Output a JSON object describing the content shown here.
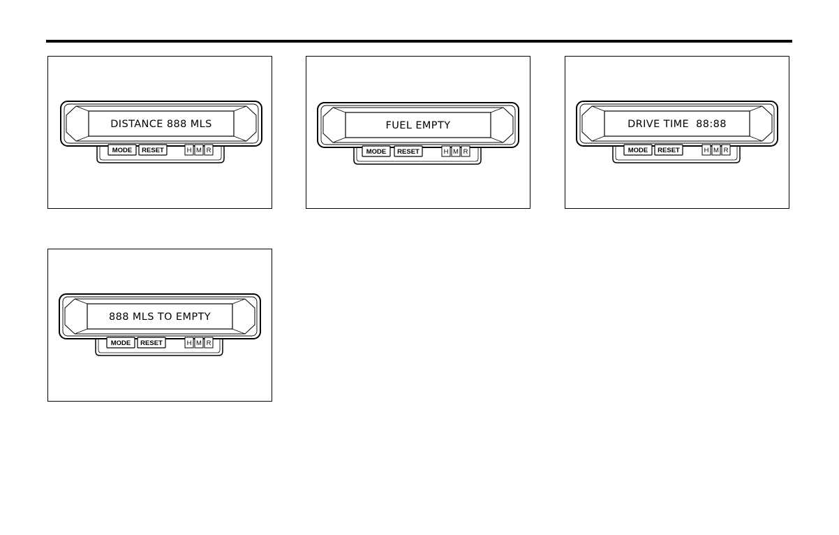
{
  "panels": [
    {
      "display": "DISTANCE 888 MLS",
      "buttons": {
        "mode": "MODE",
        "reset": "RESET"
      },
      "indicators": [
        "H",
        "M",
        "R"
      ]
    },
    {
      "display": "FUEL EMPTY",
      "buttons": {
        "mode": "MODE",
        "reset": "RESET"
      },
      "indicators": [
        "H",
        "M",
        "R"
      ]
    },
    {
      "display": "DRIVE TIME  88:88",
      "buttons": {
        "mode": "MODE",
        "reset": "RESET"
      },
      "indicators": [
        "H",
        "M",
        "R"
      ]
    },
    {
      "display": "888 MLS TO EMPTY",
      "buttons": {
        "mode": "MODE",
        "reset": "RESET"
      },
      "indicators": [
        "H",
        "M",
        "R"
      ]
    }
  ]
}
